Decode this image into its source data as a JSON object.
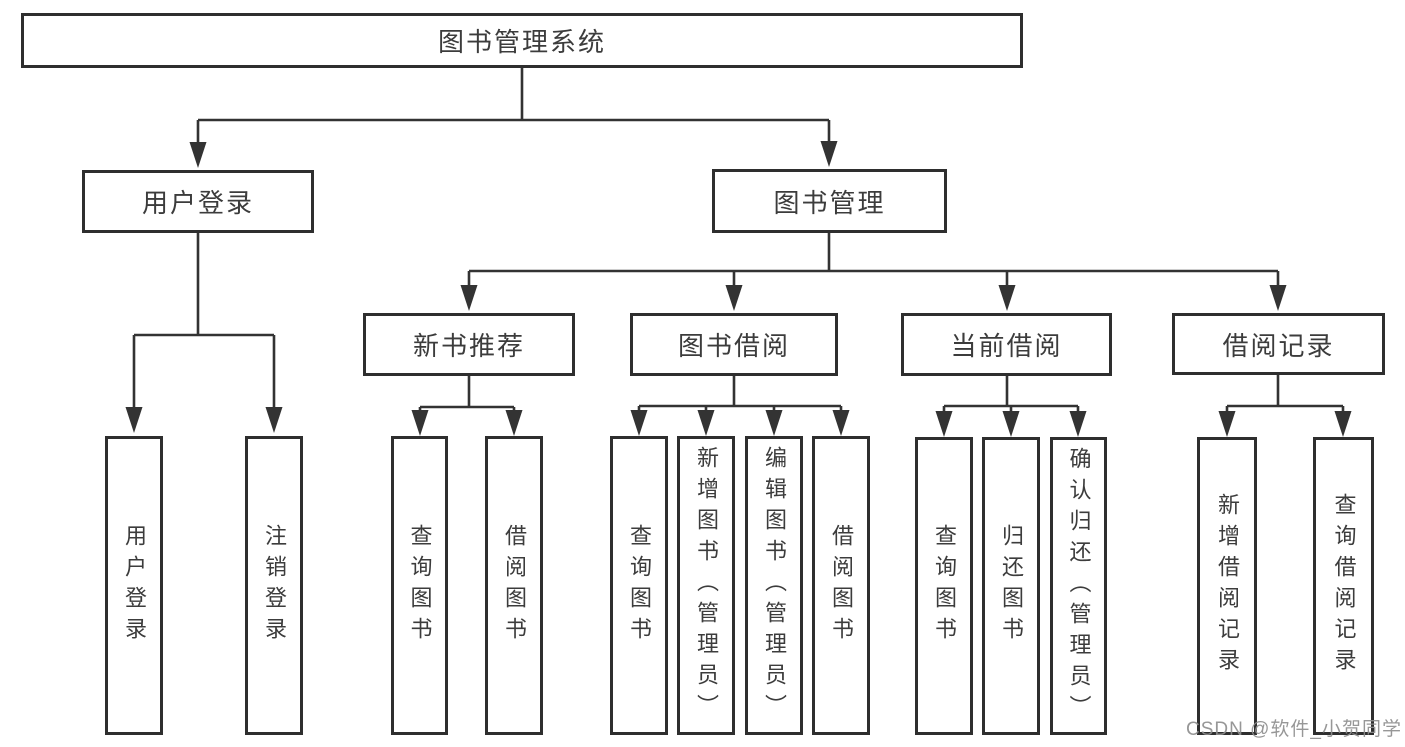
{
  "diagram": {
    "title": "图书管理系统",
    "type": "functional-decomposition-tree",
    "nodes": {
      "root": {
        "label": "图书管理系统"
      },
      "user_login": {
        "label": "用户登录"
      },
      "book_mgmt": {
        "label": "图书管理"
      },
      "new_book_rec": {
        "label": "新书推荐"
      },
      "book_borrow": {
        "label": "图书借阅"
      },
      "current_borrow": {
        "label": "当前借阅"
      },
      "borrow_records": {
        "label": "借阅记录"
      },
      "leaf_user_login": {
        "label": "用户登录"
      },
      "leaf_logout": {
        "label": "注销登录"
      },
      "leaf_nbr_query_book": {
        "label": "查询图书"
      },
      "leaf_nbr_borrow_book": {
        "label": "借阅图书"
      },
      "leaf_bb_query_book": {
        "label": "查询图书"
      },
      "leaf_bb_add_book": {
        "label": "新增图书（管理员）"
      },
      "leaf_bb_edit_book": {
        "label": "编辑图书（管理员）"
      },
      "leaf_bb_borrow_book": {
        "label": "借阅图书"
      },
      "leaf_cb_query_book": {
        "label": "查询图书"
      },
      "leaf_cb_return_book": {
        "label": "归还图书"
      },
      "leaf_cb_confirm_return": {
        "label": "确认归还（管理员）"
      },
      "leaf_br_add_record": {
        "label": "新增借阅记录"
      },
      "leaf_br_query_record": {
        "label": "查询借阅记录"
      }
    },
    "hierarchy": {
      "图书管理系统": {
        "用户登录": [
          "用户登录",
          "注销登录"
        ],
        "图书管理": {
          "新书推荐": [
            "查询图书",
            "借阅图书"
          ],
          "图书借阅": [
            "查询图书",
            "新增图书（管理员）",
            "编辑图书（管理员）",
            "借阅图书"
          ],
          "当前借阅": [
            "查询图书",
            "归还图书",
            "确认归还（管理员）"
          ],
          "借阅记录": [
            "新增借阅记录",
            "查询借阅记录"
          ]
        }
      }
    },
    "watermark": "CSDN @软件_小贺同学",
    "colors": {
      "line": "#333333",
      "box_border": "#2e2e2e",
      "box_fill": "#ffffff",
      "text": "#3c3c3c",
      "background": "#ffffff",
      "watermark": "#8e8e8e"
    }
  }
}
